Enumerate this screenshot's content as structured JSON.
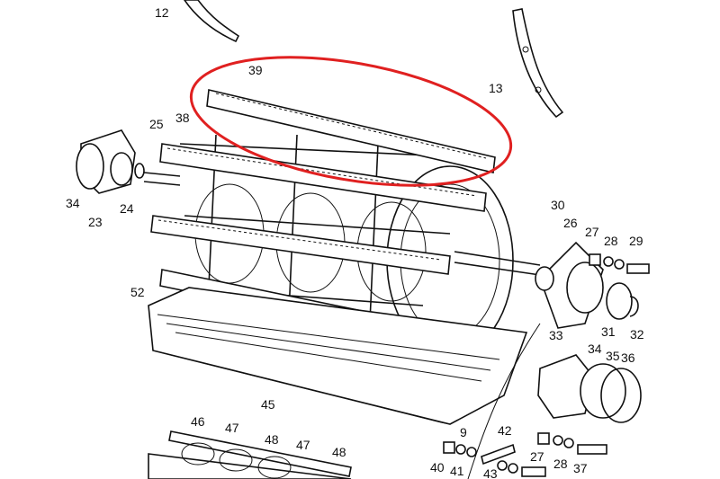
{
  "diagram": {
    "type": "exploded parts diagram",
    "highlight_color": "#e02020",
    "highlighted_part": "39",
    "part_labels": [
      "12",
      "13",
      "39",
      "38",
      "25",
      "34",
      "23",
      "24",
      "30",
      "26",
      "27",
      "28",
      "29",
      "31",
      "32",
      "33",
      "34",
      "35",
      "36",
      "52",
      "45",
      "46",
      "47",
      "48",
      "47",
      "48",
      "9",
      "42",
      "40",
      "41",
      "43",
      "27",
      "28",
      "37"
    ]
  }
}
